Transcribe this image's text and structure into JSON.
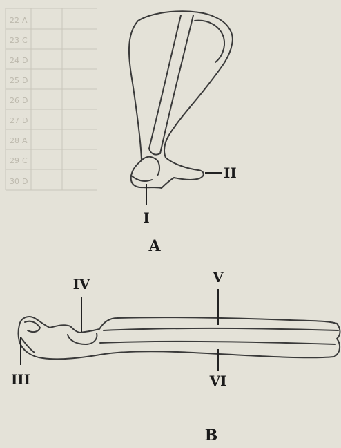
{
  "background_table": {
    "rows": [
      {
        "num": "22",
        "letter": "A"
      },
      {
        "num": "23",
        "letter": "C"
      },
      {
        "num": "24",
        "letter": "D"
      },
      {
        "num": "25",
        "letter": "D"
      },
      {
        "num": "26",
        "letter": "D"
      },
      {
        "num": "27",
        "letter": "D"
      },
      {
        "num": "28",
        "letter": "A"
      },
      {
        "num": "29",
        "letter": "C"
      },
      {
        "num": "30",
        "letter": "D"
      }
    ]
  },
  "figure_a": {
    "caption": "A",
    "labels": {
      "I": "I",
      "II": "II"
    }
  },
  "figure_b": {
    "caption": "B",
    "labels": {
      "III": "III",
      "IV": "IV",
      "V": "V",
      "VI": "VI"
    }
  },
  "colors": {
    "paper": "#e4e2d8",
    "ink": "#1a1a1a",
    "outline": "#3a3a3a"
  }
}
